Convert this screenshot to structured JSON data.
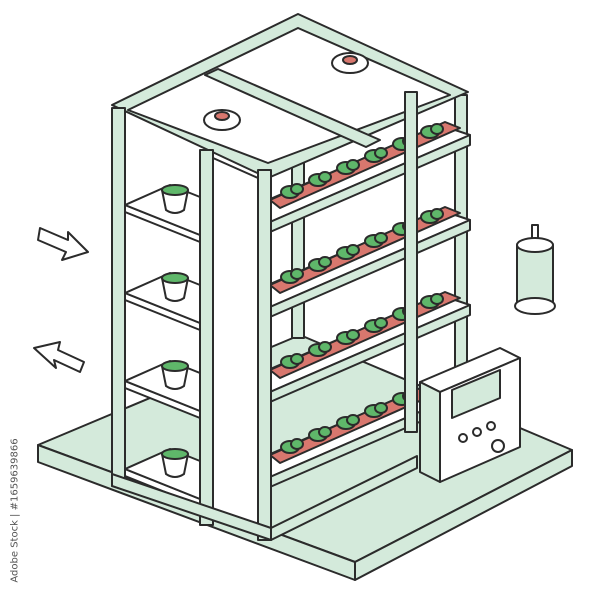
{
  "illustration": {
    "subject": "vertical-hydroponic-farm-rack",
    "watermark": "Adobe Stock | #1659639866",
    "colors": {
      "frame_fill": "#d4eadb",
      "outline": "#2b2b2b",
      "tray_red": "#d8776e",
      "leaf_green": "#5fb76a",
      "panel_white": "#ffffff"
    },
    "tray_count": 4,
    "pot_count": 4
  }
}
